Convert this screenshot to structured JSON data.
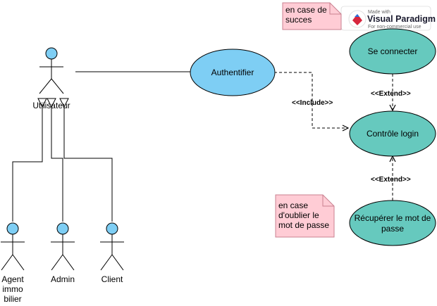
{
  "actors": {
    "utilisateur": "Utilisateur",
    "agent": [
      "Agent",
      "immo",
      "bilier"
    ],
    "admin": "Admin",
    "client": "Client"
  },
  "use_cases": {
    "authentifier": "Authentifier",
    "se_connecter": "Se connecter",
    "controle_login": "Contrôle login",
    "recuperer": [
      "Récupérer le mot de",
      "passe"
    ]
  },
  "relations": {
    "include": "<<Include>>",
    "extend_top": "<<Extend>>",
    "extend_bottom": "<<Extend>>"
  },
  "notes": {
    "succes": [
      "en case de",
      "succes"
    ],
    "oublier": [
      "en case",
      "d'oublier le",
      "mot de passe"
    ]
  },
  "watermark": {
    "made_with": "Made with",
    "brand": "Visual Paradigm",
    "license": "For non-commercial use"
  },
  "colors": {
    "actor_fill": "#7ECEF4",
    "authentifier_fill": "#7ECEF4",
    "teal_fill": "#66C9BE",
    "note_fill": "#FFCCD5",
    "note_border": "#C98090"
  }
}
